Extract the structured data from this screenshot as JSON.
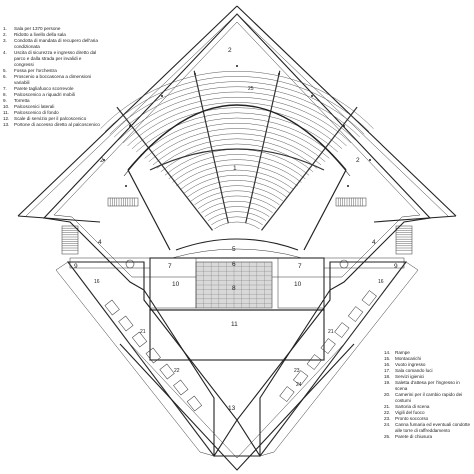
{
  "legend_left": [
    {
      "n": "1.",
      "t": "Sala per 1370 persone"
    },
    {
      "n": "2.",
      "t": "Ridotto a livello della sala"
    },
    {
      "n": "3.",
      "t": "Condotta di mandata di recupero dell'aria condizionata"
    },
    {
      "n": "4.",
      "t": "Uscita di sicurezza e ingresso diretto dal parco e dalla strada per invalidi e congressi"
    },
    {
      "n": "5.",
      "t": "Fossa per l'orchestra"
    },
    {
      "n": "6.",
      "t": "Proscenio a boccascena a dimensioni variabili"
    },
    {
      "n": "7.",
      "t": "Parete tagliafuoco scorrevole"
    },
    {
      "n": "8.",
      "t": "Palcoscenico a riquadri mobili"
    },
    {
      "n": "9.",
      "t": "Torretta"
    },
    {
      "n": "10.",
      "t": "Palcoscenici laterali"
    },
    {
      "n": "11.",
      "t": "Palcoscenico di fondo"
    },
    {
      "n": "12.",
      "t": "Scale di servizio per il palcoscenico"
    },
    {
      "n": "13.",
      "t": "Portone di accesso diretto al palcoscenico"
    }
  ],
  "legend_right": [
    {
      "n": "14.",
      "t": "Rampe"
    },
    {
      "n": "15.",
      "t": "Montacarichi"
    },
    {
      "n": "16.",
      "t": "Vuoto ingresso"
    },
    {
      "n": "17.",
      "t": "Sala comando luci"
    },
    {
      "n": "18.",
      "t": "Servizi igienici"
    },
    {
      "n": "19.",
      "t": "Saletta d'attesa per l'ingresso in scena"
    },
    {
      "n": "20.",
      "t": "Camerini per il cambio rapido dei costumi"
    },
    {
      "n": "21.",
      "t": "Sartoria di scena"
    },
    {
      "n": "22.",
      "t": "Vigili del fuoco"
    },
    {
      "n": "23.",
      "t": "Pronto soccorso"
    },
    {
      "n": "24.",
      "t": "Canna fumaria ed eventuali condotte alle torre di raffreddamento"
    },
    {
      "n": "25.",
      "t": "Parete di chiusura"
    }
  ],
  "plan_labels": {
    "sala": "1",
    "ridotto_top": "2",
    "ridotto_left": "2",
    "ridotto_right": "2",
    "uscita_left": "4",
    "uscita_right": "4",
    "fossa": "5",
    "proscenio": "6",
    "parete_left": "7",
    "parete_right": "7",
    "palcoscenico": "8",
    "torretta_left": "9",
    "torretta_right": "9",
    "laterale_left": "10",
    "laterale_right": "10",
    "fondo": "11",
    "portone": "13",
    "vuoto_left": "16",
    "vuoto_right": "16",
    "sartoria_left": "21",
    "sartoria_right": "21",
    "vigili": "22",
    "soccorso": "23",
    "canna": "24",
    "parete_chiusura": "25"
  }
}
